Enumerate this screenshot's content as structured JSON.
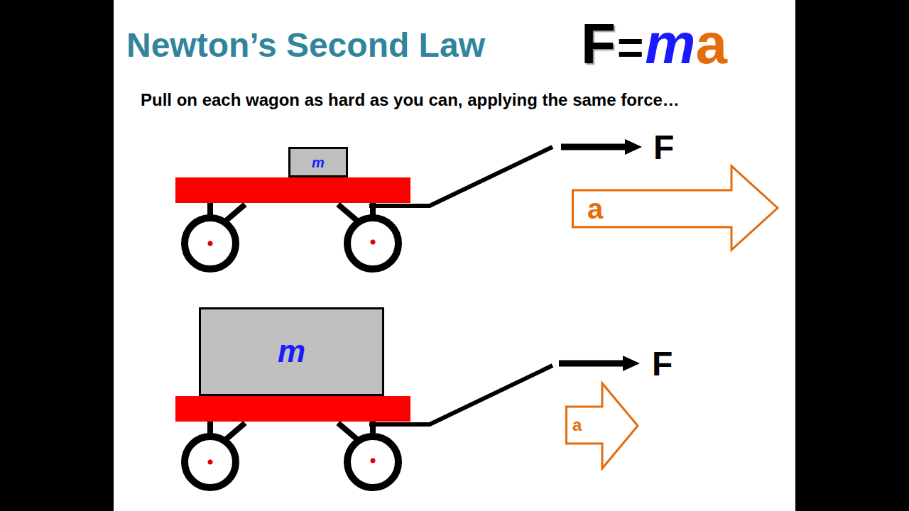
{
  "diagram": {
    "title": "Newton’s Second Law",
    "nodes": [
      {
        "text": [
          "m"
        ]
      },
      {
        "text": [
          "a"
        ]
      },
      {
        "text": [
          "m"
        ]
      },
      {
        "text": [
          "a"
        ]
      }
    ],
    "labels": [
      "F",
      "=",
      "m",
      "a",
      "Pull on each wagon as hard as you can, applying the same force…",
      "F",
      "F"
    ]
  }
}
